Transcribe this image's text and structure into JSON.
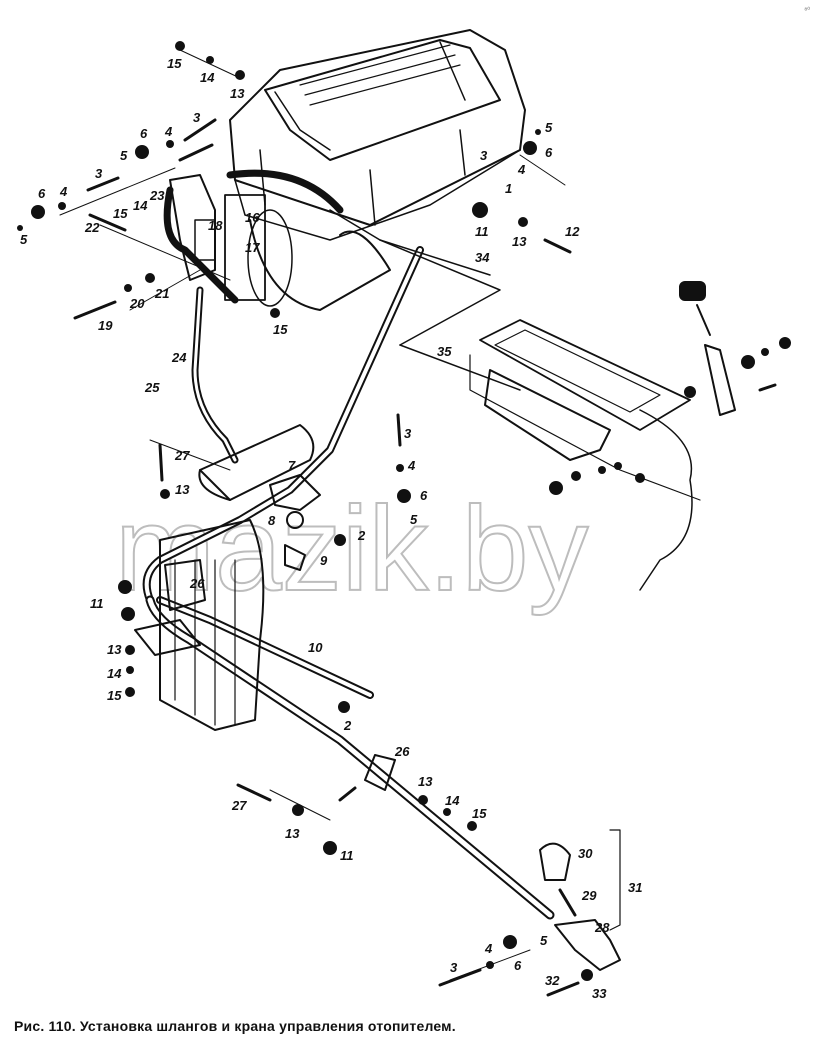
{
  "caption": "Рис. 110. Установка шлангов и крана управления отопителем.",
  "watermark": "mazik.by",
  "callouts": {
    "c15a": "15",
    "c14a": "14",
    "c13a": "13",
    "c3a": "3",
    "c4a": "4",
    "c6a": "6",
    "c5a": "5",
    "c5b": "5",
    "c6b": "6",
    "c3b": "3",
    "c4b": "4",
    "c1": "1",
    "c6c": "6",
    "c4c": "4",
    "c3c": "3",
    "c5c": "5",
    "c23": "23",
    "c22": "22",
    "c15b": "15",
    "c14b": "14",
    "c18": "18",
    "c16": "16",
    "c17": "17",
    "c11a": "11",
    "c13b": "13",
    "c12": "12",
    "c34": "34",
    "c19": "19",
    "c20": "20",
    "c21": "21",
    "c15c": "15",
    "c24": "24",
    "c35": "35",
    "c25": "25",
    "c27a": "27",
    "c13c": "13",
    "c3d": "3",
    "c4d": "4",
    "c6d": "6",
    "c5d": "5",
    "c7": "7",
    "c8": "8",
    "c9": "9",
    "c2a": "2",
    "c26a": "26",
    "c11b": "11",
    "c13d": "13",
    "c14d": "14",
    "c15d": "15",
    "c10": "10",
    "c2b": "2",
    "c26b": "26",
    "c13e": "13",
    "c14e": "14",
    "c15e": "15",
    "c27b": "27",
    "c13f": "13",
    "c11c": "11",
    "c30": "30",
    "c29": "29",
    "c31": "31",
    "c28": "28",
    "c3e": "3",
    "c4e": "4",
    "c6e": "6",
    "c5e": "5",
    "c32": "32",
    "c33": "33"
  }
}
